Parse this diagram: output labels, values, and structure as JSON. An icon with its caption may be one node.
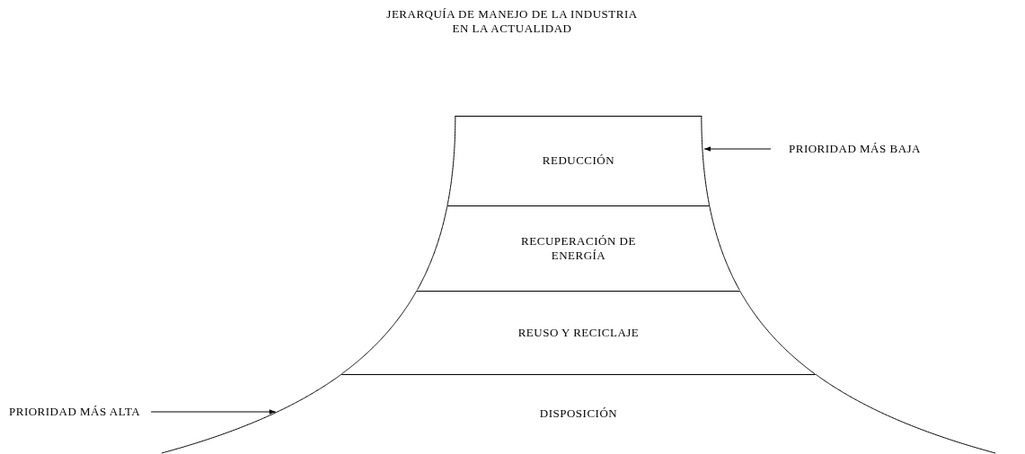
{
  "diagram": {
    "title": "JERARQUÍA DE MANEJO DE LA INDUSTRIA EN LA ACTUALIDAD",
    "nodes": [
      {
        "text": [
          "REDUCCIÓN"
        ]
      },
      {
        "text": [
          "RECUPERACIÓN DE ENERGÍA"
        ]
      },
      {
        "text": [
          "REUSO Y RECICLAJE"
        ]
      },
      {
        "text": [
          "DISPOSICIÓN"
        ]
      },
      {
        "text": [
          "PRIORIDAD MÁS BAJA"
        ]
      },
      {
        "text": [
          "PRIORIDAD MÁS ALTA"
        ]
      }
    ],
    "edges": [
      {
        "from": 4,
        "to": 0,
        "arrow": "to"
      },
      {
        "from": 5,
        "to": 3,
        "arrow": "to"
      }
    ]
  }
}
